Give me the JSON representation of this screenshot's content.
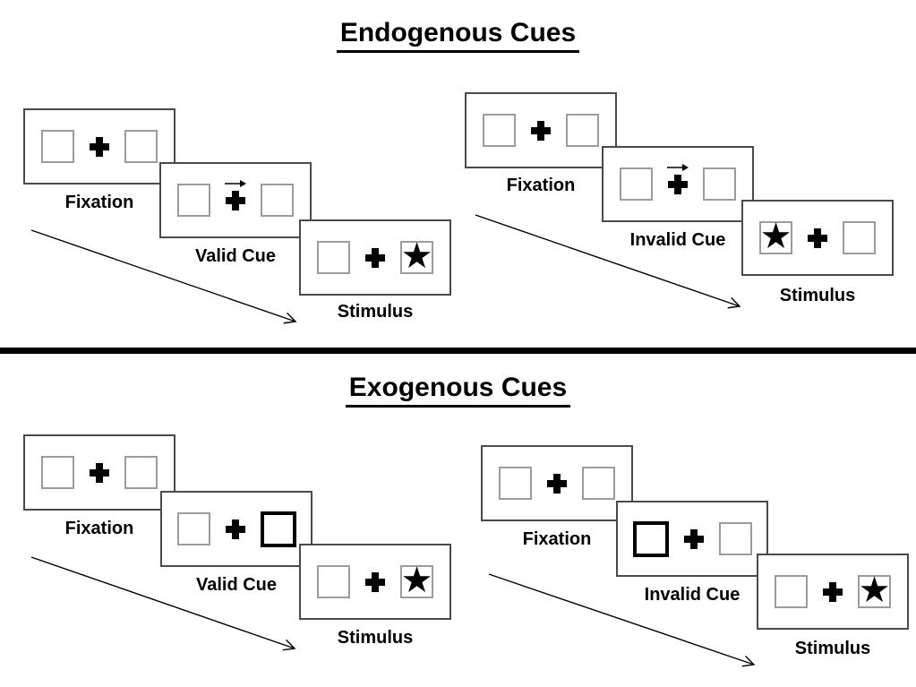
{
  "figure": {
    "kind": "posner-cueing-paradigm-diagram",
    "background": "#ffffff"
  },
  "sections": [
    {
      "title": "Endogenous Cues",
      "groups": [
        {
          "name": "endogenous-valid",
          "panels": [
            {
              "label": "Fixation",
              "left_box": "empty",
              "right_box": "empty",
              "cue": "none"
            },
            {
              "label": "Valid Cue",
              "left_box": "empty",
              "right_box": "empty",
              "cue": "central-arrow-right"
            },
            {
              "label": "Stimulus",
              "left_box": "empty",
              "right_box": "star",
              "cue": "none"
            }
          ]
        },
        {
          "name": "endogenous-invalid",
          "panels": [
            {
              "label": "Fixation",
              "left_box": "empty",
              "right_box": "empty",
              "cue": "none"
            },
            {
              "label": "Invalid Cue",
              "left_box": "empty",
              "right_box": "empty",
              "cue": "central-arrow-right"
            },
            {
              "label": "Stimulus",
              "left_box": "star",
              "right_box": "empty",
              "cue": "none"
            }
          ]
        }
      ]
    },
    {
      "title": "Exogenous Cues",
      "groups": [
        {
          "name": "exogenous-valid",
          "panels": [
            {
              "label": "Fixation",
              "left_box": "empty",
              "right_box": "empty",
              "cue": "none"
            },
            {
              "label": "Valid Cue",
              "left_box": "empty",
              "right_box": "highlighted",
              "cue": "peripheral-right"
            },
            {
              "label": "Stimulus",
              "left_box": "empty",
              "right_box": "star",
              "cue": "none"
            }
          ]
        },
        {
          "name": "exogenous-invalid",
          "panels": [
            {
              "label": "Fixation",
              "left_box": "empty",
              "right_box": "empty",
              "cue": "none"
            },
            {
              "label": "Invalid Cue",
              "left_box": "highlighted",
              "right_box": "empty",
              "cue": "peripheral-left"
            },
            {
              "label": "Stimulus",
              "left_box": "empty",
              "right_box": "star",
              "cue": "none"
            }
          ]
        }
      ]
    }
  ],
  "icons": {
    "star": "★",
    "fixation_cross": "plus-cross",
    "cue_arrow": "right-arrow",
    "timeline_arrow": "diagonal-arrow-down-right"
  },
  "colors": {
    "ink": "#000000",
    "square_border": "#9c9c9c",
    "panel_border": "#4a4a4a",
    "divider": "#000000",
    "background": "#ffffff"
  }
}
